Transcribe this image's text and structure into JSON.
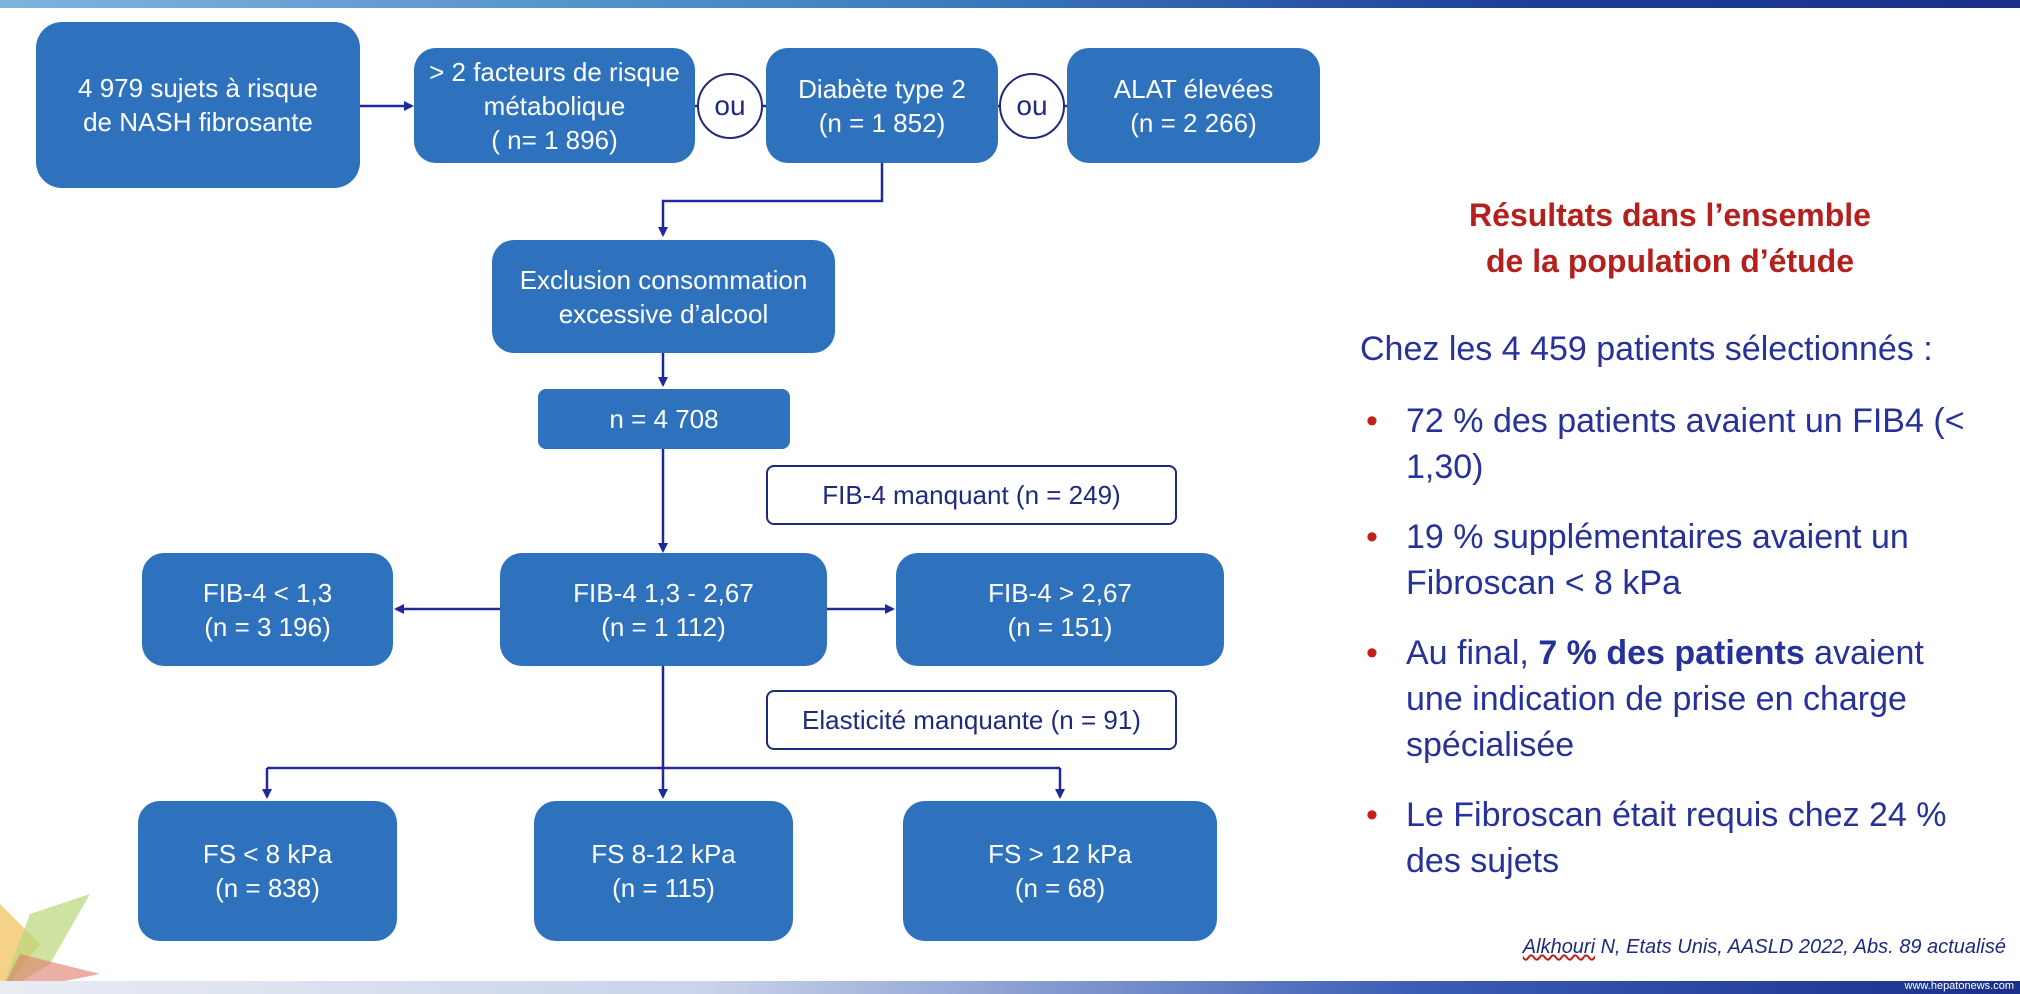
{
  "flowchart": {
    "start": [
      "4 979 sujets à risque",
      "de NASH fibrosante"
    ],
    "criteria": [
      [
        "> 2 facteurs de risque",
        "métabolique",
        "( n= 1 896)"
      ],
      [
        "Diabète type 2",
        "(n = 1 852)"
      ],
      [
        "ALAT élevées",
        "(n = 2 266)"
      ]
    ],
    "connector": "ou",
    "exclusion": [
      "Exclusion consommation",
      "excessive d’alcool"
    ],
    "after_exclusion": "n = 4 708",
    "missing_fib4": "FIB-4 manquant (n = 249)",
    "fib4": [
      [
        "FIB-4 < 1,3",
        "(n = 3 196)"
      ],
      [
        "FIB-4 1,3 - 2,67",
        "(n = 1 112)"
      ],
      [
        "FIB-4 > 2,67",
        "(n = 151)"
      ]
    ],
    "missing_elasticity": "Elasticité manquante (n = 91)",
    "fibroscan": [
      [
        "FS < 8 kPa",
        "(n = 838)"
      ],
      [
        "FS 8-12 kPa",
        "(n = 115)"
      ],
      [
        "FS > 12 kPa",
        "(n = 68)"
      ]
    ]
  },
  "results": {
    "title": [
      "Résultats dans l’ensemble",
      "de la population d’étude"
    ],
    "intro": "Chez les 4 459 patients sélectionnés :",
    "bullet_symbol": "•",
    "bullets": {
      "b1": "72 % des patients avaient un FIB4 (< 1,30)",
      "b2": "19 % supplémentaires avaient un Fibroscan < 8 kPa",
      "b3_pre": "Au final, ",
      "b3_bold": "7 % des patients",
      "b3_post": " avaient une indication de prise en charge spécialisée",
      "b4": "Le Fibroscan était requis chez 24 % des sujets"
    }
  },
  "citation": {
    "author": "Alkhouri",
    "rest": " N, Etats Unis, AASLD 2022, Abs. 89 actualisé"
  },
  "website": "www.hepatonews.com",
  "colors": {
    "box_fill": "#2e72bd",
    "line": "#1f2a9a",
    "title_red": "#b5201c",
    "text_blue": "#263199"
  }
}
